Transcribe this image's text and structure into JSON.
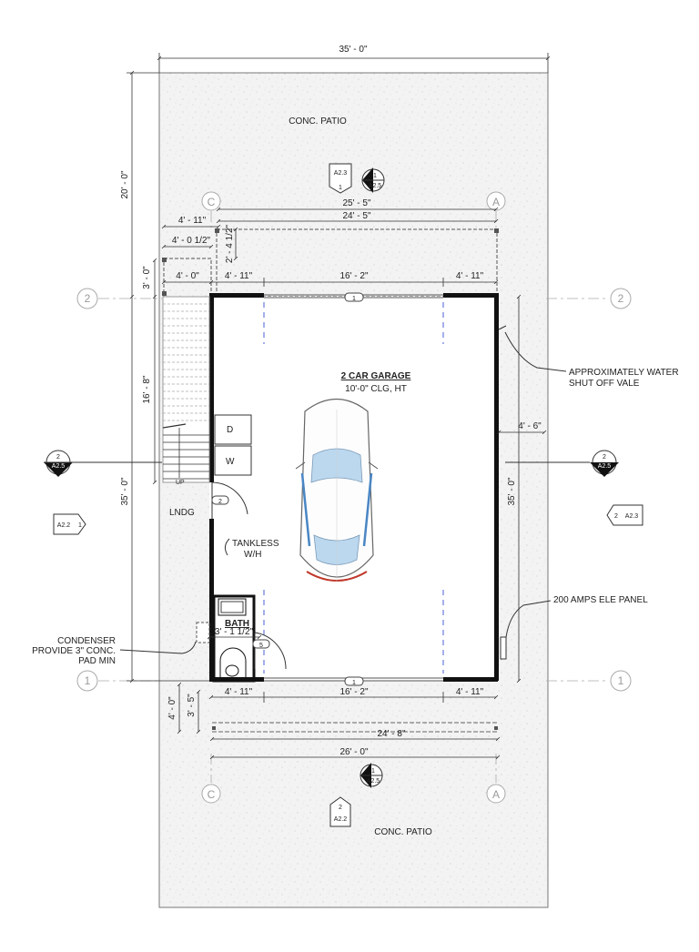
{
  "overall": {
    "width": "35' - 0\"",
    "depth": "35' - 0\"",
    "rear_patio_depth": "20' - 0\""
  },
  "labels": {
    "conc_patio_top": "CONC. PATIO",
    "conc_patio_bottom": "CONC. PATIO",
    "garage_title": "2 CAR GARAGE",
    "garage_sub": "10'-0\" CLG, HT",
    "lndg": "LNDG",
    "tankless_1": "TANKLESS",
    "tankless_2": "W/H",
    "bath": "BATH",
    "dryer": "D",
    "washer": "W",
    "up": "UP",
    "water_1": "APPROXIMATELY WATER",
    "water_2": "SHUT OFF VALE",
    "panel": "200 AMPS ELE PANEL",
    "condenser_1": "CONDENSER",
    "condenser_2": "PROVIDE 3\" CONC.",
    "condenser_3": "PAD MIN"
  },
  "dims": {
    "top_25_5": "25' - 5\"",
    "top_24_5": "24' - 5\"",
    "left_4_11": "4' - 11\"",
    "left_4_0_half": "4' - 0 1/2\"",
    "side_2_4_half": "2' - 4 1/2\"",
    "stair_3_0": "3' - 0\"",
    "stair_4_0": "4' - 0\"",
    "top_seg_1": "4' - 11\"",
    "top_seg_2": "16' - 2\"",
    "top_seg_3": "4' - 11\"",
    "stair_16_8": "16' - 8\"",
    "right_4_6": "4' - 6\"",
    "right_35_0": "35' - 0\"",
    "bath_3_1_half": "3' - 1 1/2\"",
    "bot_seg_1": "4' - 11\"",
    "bot_seg_2": "16' - 2\"",
    "bot_seg_3": "4' - 11\"",
    "bot_4_0": "4' - 0\"",
    "bot_3_5": "3' - 5\"",
    "bot_24_8": "24' - 8\"",
    "bot_26_0": "26' - 0\""
  },
  "grids": {
    "c": "C",
    "a": "A",
    "two": "2",
    "one": "1"
  },
  "tags": {
    "door_top": "1",
    "door_bot": "1",
    "door_lndg": "2",
    "door_bath": "5",
    "a23_top_num": "1",
    "a23_top_ref": "A2.3",
    "sec_top_num": "1",
    "sec_top_ref": "A2.5",
    "sec_left_num": "2",
    "sec_left_ref": "A2.5",
    "sec_right_num": "2",
    "sec_right_ref": "A2.5",
    "a22_left_num": "1",
    "a22_left_ref": "A2.2",
    "a23_right_num": "2",
    "a23_right_ref": "A2.3",
    "sec_bot_num": "1",
    "sec_bot_ref": "A2.5",
    "a22_bot_num": "2",
    "a22_bot_ref": "A2.2"
  },
  "colors": {
    "wall": "#111111",
    "paving": "#f3f3f3",
    "center_line": "#4a5fd4",
    "grid_bubble": "#9a9a9a"
  }
}
